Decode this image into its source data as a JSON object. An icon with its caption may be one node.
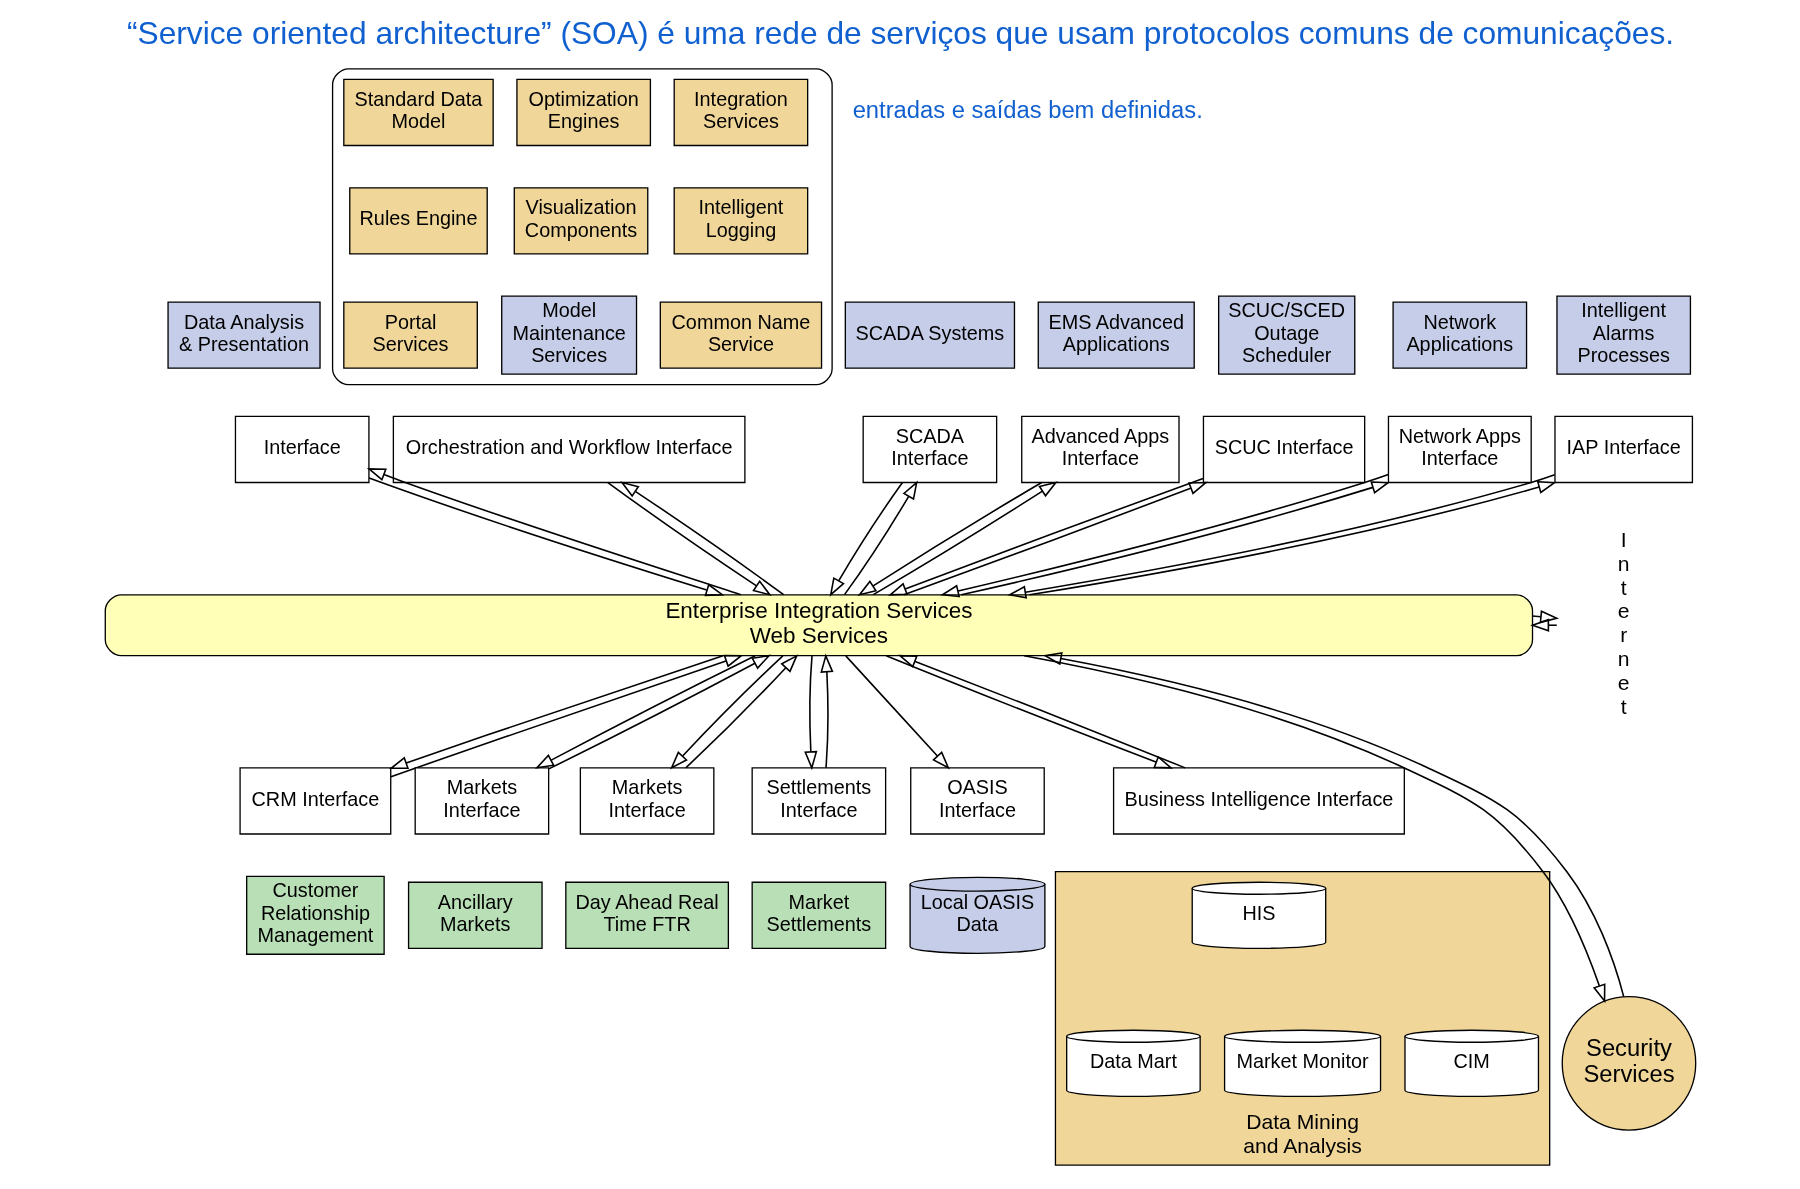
{
  "diagram": {
    "title": "“Service oriented architecture” (SOA) é uma rede de serviços que usam protocolos comuns de comunicações.",
    "nodes": [
      {
        "text": [
          "Data Analysis & Presentation"
        ]
      },
      {
        "text": [
          "Interface"
        ]
      },
      {
        "text": [],
        "shape": "box"
      },
      {
        "text": [
          "Standard Data Model"
        ],
        "in": 2
      },
      {
        "text": [
          "Optimization Engines"
        ],
        "in": 2
      },
      {
        "text": [
          "Integration Services"
        ],
        "in": 2
      },
      {
        "text": [
          "Rules Engine"
        ],
        "in": 2
      },
      {
        "text": [
          "Visualization Components"
        ],
        "in": 2
      },
      {
        "text": [
          "Intelligent Logging"
        ],
        "in": 2
      },
      {
        "text": [
          "Portal Services"
        ],
        "in": 2
      },
      {
        "text": [
          "Model Maintenance Services"
        ],
        "in": 2
      },
      {
        "text": [
          "Common Name Service"
        ],
        "in": 2
      },
      {
        "text": [
          "Orchestration and Workflow Interface"
        ]
      },
      {
        "text": [
          "SCADA Systems"
        ]
      },
      {
        "text": [
          "SCADA Interface"
        ]
      },
      {
        "text": [
          "EMS Advanced Applications"
        ]
      },
      {
        "text": [
          "Advanced Apps Interface"
        ]
      },
      {
        "text": [
          "SCUC/SCED Outage Scheduler"
        ]
      },
      {
        "text": [
          "SCUC Interface"
        ]
      },
      {
        "text": [
          "Network Applications"
        ]
      },
      {
        "text": [
          "Network Apps Interface"
        ]
      },
      {
        "text": [
          "Intelligent Alarms Processes"
        ]
      },
      {
        "text": [
          "IAP Interface"
        ]
      },
      {
        "text": [
          "Enterprise Integration Services",
          "Web Services"
        ]
      },
      {
        "text": [
          "CRM Interface"
        ]
      },
      {
        "text": [
          "Customer Relationship Management"
        ]
      },
      {
        "text": [
          "Markets Interface"
        ]
      },
      {
        "text": [
          "Ancillary Markets"
        ]
      },
      {
        "text": [
          "Markets Interface"
        ]
      },
      {
        "text": [
          "Day Ahead Real Time FTR"
        ]
      },
      {
        "text": [
          "Settlements Interface"
        ]
      },
      {
        "text": [
          "Market Settlements"
        ]
      },
      {
        "text": [
          "OASIS Interface"
        ]
      },
      {
        "text": [
          "Local OASIS Data"
        ]
      },
      {
        "text": [
          "Business Intelligence Interface"
        ]
      },
      {
        "text": [
          "Data Mining and Analysis"
        ]
      },
      {
        "text": [
          "HIS"
        ],
        "in": 35
      },
      {
        "text": [
          "Data Mart"
        ],
        "in": 35
      },
      {
        "text": [
          "Market Monitor"
        ],
        "in": 35
      },
      {
        "text": [
          "CIM"
        ],
        "in": 35
      },
      {
        "text": [
          "Security Services"
        ]
      },
      {
        "text": [
          "Internet"
        ]
      }
    ],
    "edges": [
      {
        "from": 1,
        "to": 23,
        "arrow": "to"
      },
      {
        "from": 23,
        "to": 1,
        "arrow": "to"
      },
      {
        "from": 12,
        "to": 23,
        "arrow": "to"
      },
      {
        "from": 23,
        "to": 12,
        "arrow": "to"
      },
      {
        "from": 14,
        "to": 23,
        "arrow": "to"
      },
      {
        "from": 23,
        "to": 14,
        "arrow": "to"
      },
      {
        "from": 16,
        "to": 23,
        "arrow": "to"
      },
      {
        "from": 23,
        "to": 16,
        "arrow": "to"
      },
      {
        "from": 18,
        "to": 23,
        "arrow": "to"
      },
      {
        "from": 23,
        "to": 18,
        "arrow": "to"
      },
      {
        "from": 20,
        "to": 23,
        "arrow": "to"
      },
      {
        "from": 23,
        "to": 20,
        "arrow": "to"
      },
      {
        "from": 22,
        "to": 23,
        "arrow": "to"
      },
      {
        "from": 23,
        "to": 22,
        "arrow": "to"
      },
      {
        "from": 41,
        "to": 23,
        "arrow": "to"
      },
      {
        "from": 23,
        "to": 41,
        "arrow": "to"
      },
      {
        "from": 23,
        "to": 40,
        "arrow": "to"
      },
      {
        "from": 40,
        "to": 23,
        "arrow": "to"
      },
      {
        "from": 23,
        "to": 24,
        "arrow": "to"
      },
      {
        "from": 24,
        "to": 23,
        "arrow": "to"
      },
      {
        "from": 23,
        "to": 26,
        "arrow": "to"
      },
      {
        "from": 26,
        "to": 23,
        "arrow": "to"
      },
      {
        "from": 23,
        "to": 28,
        "arrow": "to"
      },
      {
        "from": 28,
        "to": 23,
        "arrow": "to"
      },
      {
        "from": 23,
        "to": 30,
        "arrow": "to"
      },
      {
        "from": 30,
        "to": 23,
        "arrow": "to"
      },
      {
        "from": 23,
        "to": 32,
        "arrow": "to"
      },
      {
        "from": 23,
        "to": 34,
        "arrow": "to"
      },
      {
        "from": 34,
        "to": 23,
        "arrow": "to"
      }
    ],
    "labels": [
      "entradas e saídas bem definidas."
    ]
  }
}
